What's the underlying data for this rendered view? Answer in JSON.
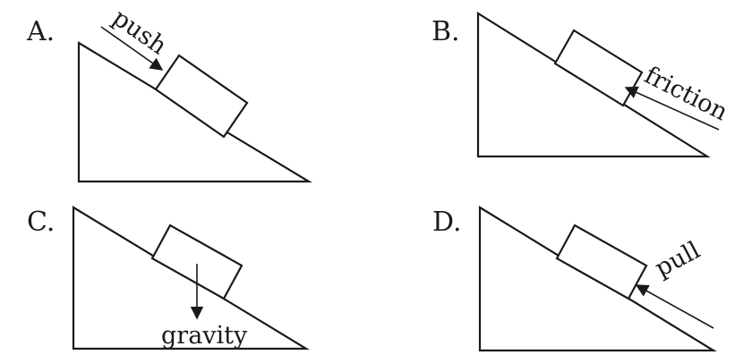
{
  "options": [
    {
      "letter": "A.",
      "force": "push"
    },
    {
      "letter": "B.",
      "force": "friction"
    },
    {
      "letter": "C.",
      "force": "gravity"
    },
    {
      "letter": "D.",
      "force": "pull"
    }
  ]
}
